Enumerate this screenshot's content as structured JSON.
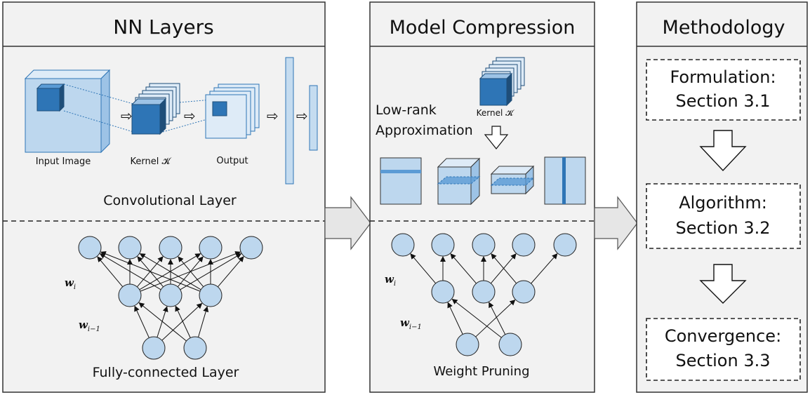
{
  "panels": {
    "nn": {
      "title": "NN Layers",
      "input_label": "Input Image",
      "kernel_label": "Kernel 𝓚",
      "output_label": "Output",
      "conv_caption": "Convolutional Layer",
      "w_i": "w",
      "w_i_sub": "i",
      "w_prev": "w",
      "w_prev_sub": "i−1",
      "fc_caption": "Fully-connected Layer"
    },
    "compression": {
      "title": "Model Compression",
      "lowrank_line1": "Low-rank",
      "lowrank_line2": "Approximation",
      "kernel_label": "Kernel 𝓚",
      "w_i": "w",
      "w_i_sub": "i",
      "w_prev": "w",
      "w_prev_sub": "i−1",
      "prune_caption": "Weight Pruning"
    },
    "methodology": {
      "title": "Methodology",
      "steps": [
        {
          "line1": "Formulation:",
          "line2": "Section 3.1"
        },
        {
          "line1": "Algorithm:",
          "line2": "Section 3.2"
        },
        {
          "line1": "Convergence:",
          "line2": "Section 3.3"
        }
      ]
    }
  },
  "colors": {
    "panel_bg": "#f2f2f2",
    "node_fill": "#bdd7ee",
    "kernel_fill": "#2e75b6",
    "layer_fill": "#c5dcf0"
  }
}
